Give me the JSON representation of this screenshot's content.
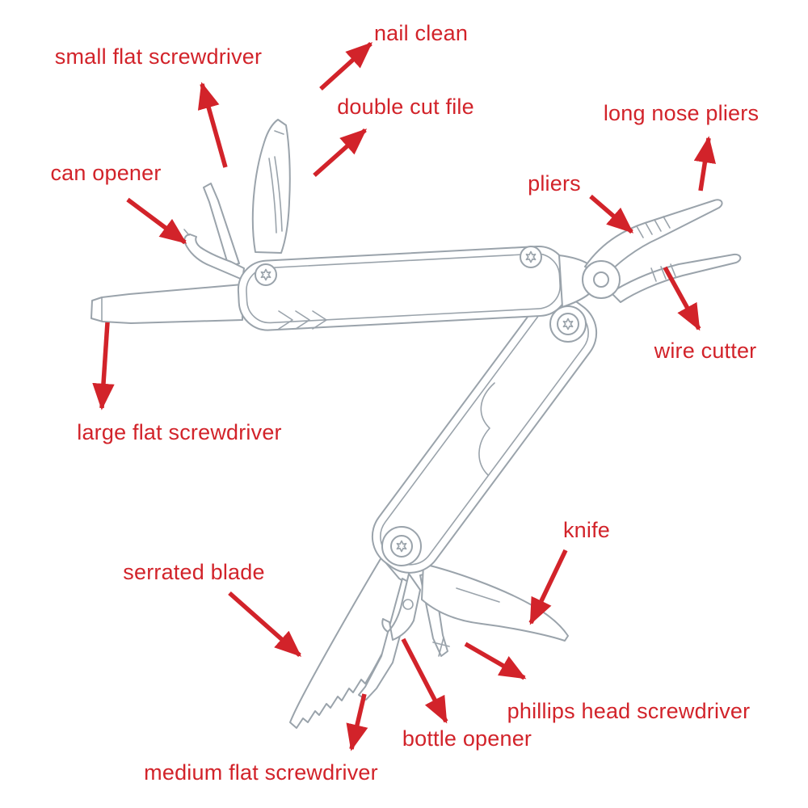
{
  "colors": {
    "background": "#ffffff",
    "label": "#d2232a",
    "arrow": "#d2232a",
    "line": "#9aa3ab"
  },
  "labels": [
    {
      "id": "nail-clean",
      "text": "nail clean"
    },
    {
      "id": "small-flat-screwdriver",
      "text": "small flat screwdriver"
    },
    {
      "id": "double-cut-file",
      "text": "double cut file"
    },
    {
      "id": "long-nose-pliers",
      "text": "long nose pliers"
    },
    {
      "id": "can-opener",
      "text": "can opener"
    },
    {
      "id": "pliers",
      "text": "pliers"
    },
    {
      "id": "wire-cutter",
      "text": "wire cutter"
    },
    {
      "id": "large-flat-screwdriver",
      "text": "large flat screwdriver"
    },
    {
      "id": "knife",
      "text": "knife"
    },
    {
      "id": "serrated-blade",
      "text": "serrated blade"
    },
    {
      "id": "phillips-head-screwdriver",
      "text": "phillips head screwdriver"
    },
    {
      "id": "bottle-opener",
      "text": "bottle opener"
    },
    {
      "id": "medium-flat-screwdriver",
      "text": "medium flat screwdriver"
    }
  ]
}
